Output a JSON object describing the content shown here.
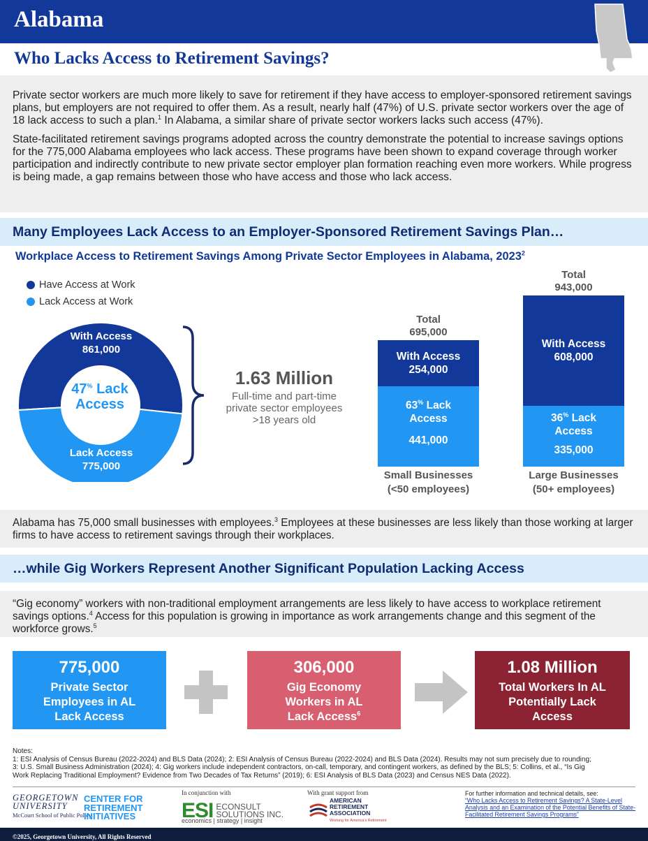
{
  "header": {
    "state": "Alabama",
    "subtitle": "Who Lacks Access to Retirement Savings?"
  },
  "intro": {
    "p1a": "Private sector workers are much more likely to save for retirement if they have access to employer-sponsored retirement savings plans, but employers are not required to offer them. As a result, nearly half (47%) of U.S. private sector workers over the age of 18 lack access to such a plan.",
    "p1_sup": "1",
    "p1b": " In Alabama, a similar share of private sector workers lacks such access (47%).",
    "p2": "State-facilitated retirement savings programs adopted across the country demonstrate the potential to increase savings options for the 775,000 Alabama employees who lack access. These programs have been shown to expand coverage through worker participation and indirectly contribute to new private sector employer plan formation reaching even more workers. While progress is being made, a gap remains between those who have access and those who lack access."
  },
  "section1": {
    "title": "Many Employees Lack Access to an Employer-Sponsored Retirement Savings Plan…"
  },
  "chart_title": {
    "text": "Workplace Access to Retirement Savings Among Private Sector Employees in Alabama, 2023",
    "sup": "2"
  },
  "legend": {
    "have": "Have Access at Work",
    "lack": "Lack Access at Work"
  },
  "colors": {
    "dark_blue": "#12399a",
    "light_blue": "#2196f3",
    "pink": "#d85f70",
    "maroon": "#8b2332",
    "section_bg": "#d9ecfa",
    "gray_bg": "#eeeeee"
  },
  "chart_data": [
    {
      "type": "pie",
      "categories": [
        "With Access",
        "Lack Access"
      ],
      "values": [
        861000,
        775000
      ],
      "value_labels": [
        "861,000",
        "775,000"
      ],
      "center_pct": "47",
      "center_pct_sup": "%",
      "center_label_a": "Lack",
      "center_label_b": "Access"
    },
    {
      "type": "bar",
      "categories": [
        "Small Businesses (<50 employees)",
        "Large Businesses (50+ employees)"
      ],
      "series": [
        {
          "name": "With Access",
          "values": [
            254000,
            608000
          ]
        },
        {
          "name": "Lack Access",
          "values": [
            441000,
            335000
          ]
        }
      ],
      "totals": [
        695000,
        943000
      ]
    }
  ],
  "donut_labels": {
    "with_title": "With Access",
    "with_value": "861,000",
    "lack_title": "Lack Access",
    "lack_value": "775,000"
  },
  "total_callout": {
    "big": "1.63 Million",
    "l1": "Full-time and part-time",
    "l2": "private sector employees",
    "l3": ">18 years old"
  },
  "bars": {
    "small": {
      "total_label": "Total",
      "total_value": "695,000",
      "with_title": "With Access",
      "with_value": "254,000",
      "lack_pct": "63",
      "pct_sup": "%",
      "lack_title_a": "Lack",
      "lack_title_b": "Access",
      "lack_value": "441,000",
      "cat_a": "Small Businesses",
      "cat_b": "(<50 employees)"
    },
    "large": {
      "total_label": "Total",
      "total_value": "943,000",
      "with_title": "With Access",
      "with_value": "608,000",
      "lack_pct": "36",
      "pct_sup": "%",
      "lack_title_a": "Lack",
      "lack_title_b": "Access",
      "lack_value": "335,000",
      "cat_a": "Large Businesses",
      "cat_b": "(50+ employees)"
    }
  },
  "note1": {
    "a": "Alabama has 75,000 small businesses with employees.",
    "sup": "3",
    "b": " Employees at these businesses are less likely than those working at larger firms to have access to retirement savings through their workplaces."
  },
  "section2": {
    "title": "…while Gig Workers Represent Another Significant Population Lacking Access"
  },
  "note2": {
    "a": "“Gig economy” workers with non-traditional employment arrangements are less likely to have access to workplace retirement savings options.",
    "sup1": "4",
    "b": " Access for this population is growing in importance as work arrangements change and this segment of the workforce grows.",
    "sup2": "5"
  },
  "stats": {
    "private": {
      "num": "775,000",
      "l1": "Private Sector",
      "l2": "Employees in AL",
      "l3": "Lack Access"
    },
    "gig": {
      "num": "306,000",
      "l1": "Gig Economy",
      "l2": "Workers in AL",
      "l3": "Lack Access",
      "sup": "6"
    },
    "total": {
      "num": "1.08 Million",
      "l1": "Total Workers In AL",
      "l2": "Potentially Lack",
      "l3": "Access"
    }
  },
  "notes": {
    "heading": "Notes:",
    "line1": "1: ESI Analysis of Census Bureau (2022-2024) and BLS Data (2024); 2: ESI Analysis of Census Bureau (2022-2024) and BLS Data (2024). Results may not sum precisely due to rounding;",
    "line2": "3: U.S. Small Business Administration (2024); 4: Gig workers include independent contractors, on-call, temporary, and contingent workers, as defined by the BLS; 5: Collins, et al., “Is Gig",
    "line3": "Work Replacing Traditional Employment? Evidence from Two Decades of Tax Returns” (2019); 6: ESI Analysis of BLS Data (2023) and Census NES Data (2022)."
  },
  "footer": {
    "gu_1": "GEORGETOWN UNIVERSITY",
    "gu_2": "McCourt School of Public Policy",
    "cri_1": "CENTER FOR",
    "cri_2": "RETIREMENT",
    "cri_3": "INITIATIVES",
    "conj": "In conjunction with",
    "esi": "ESI",
    "esi_1": "ECONSULT",
    "esi_2": "SOLUTIONS INC.",
    "esi_tag": "economics | strategy | insight",
    "grant": "With grant support from",
    "ara_1": "AMERICAN",
    "ara_2": "RETIREMENT",
    "ara_3": "ASSOCIATION",
    "ara_tag": "Working for America's Retirement",
    "further": "For further information and technical details, see:",
    "link": "“Who Lacks Access to Retirement Savings? A State-Level Analysis and an Examination of the Potential Benefits of State-Facilitated Retirement Savings Programs”",
    "copyright": "©2025, Georgetown University, All Rights Reserved"
  }
}
